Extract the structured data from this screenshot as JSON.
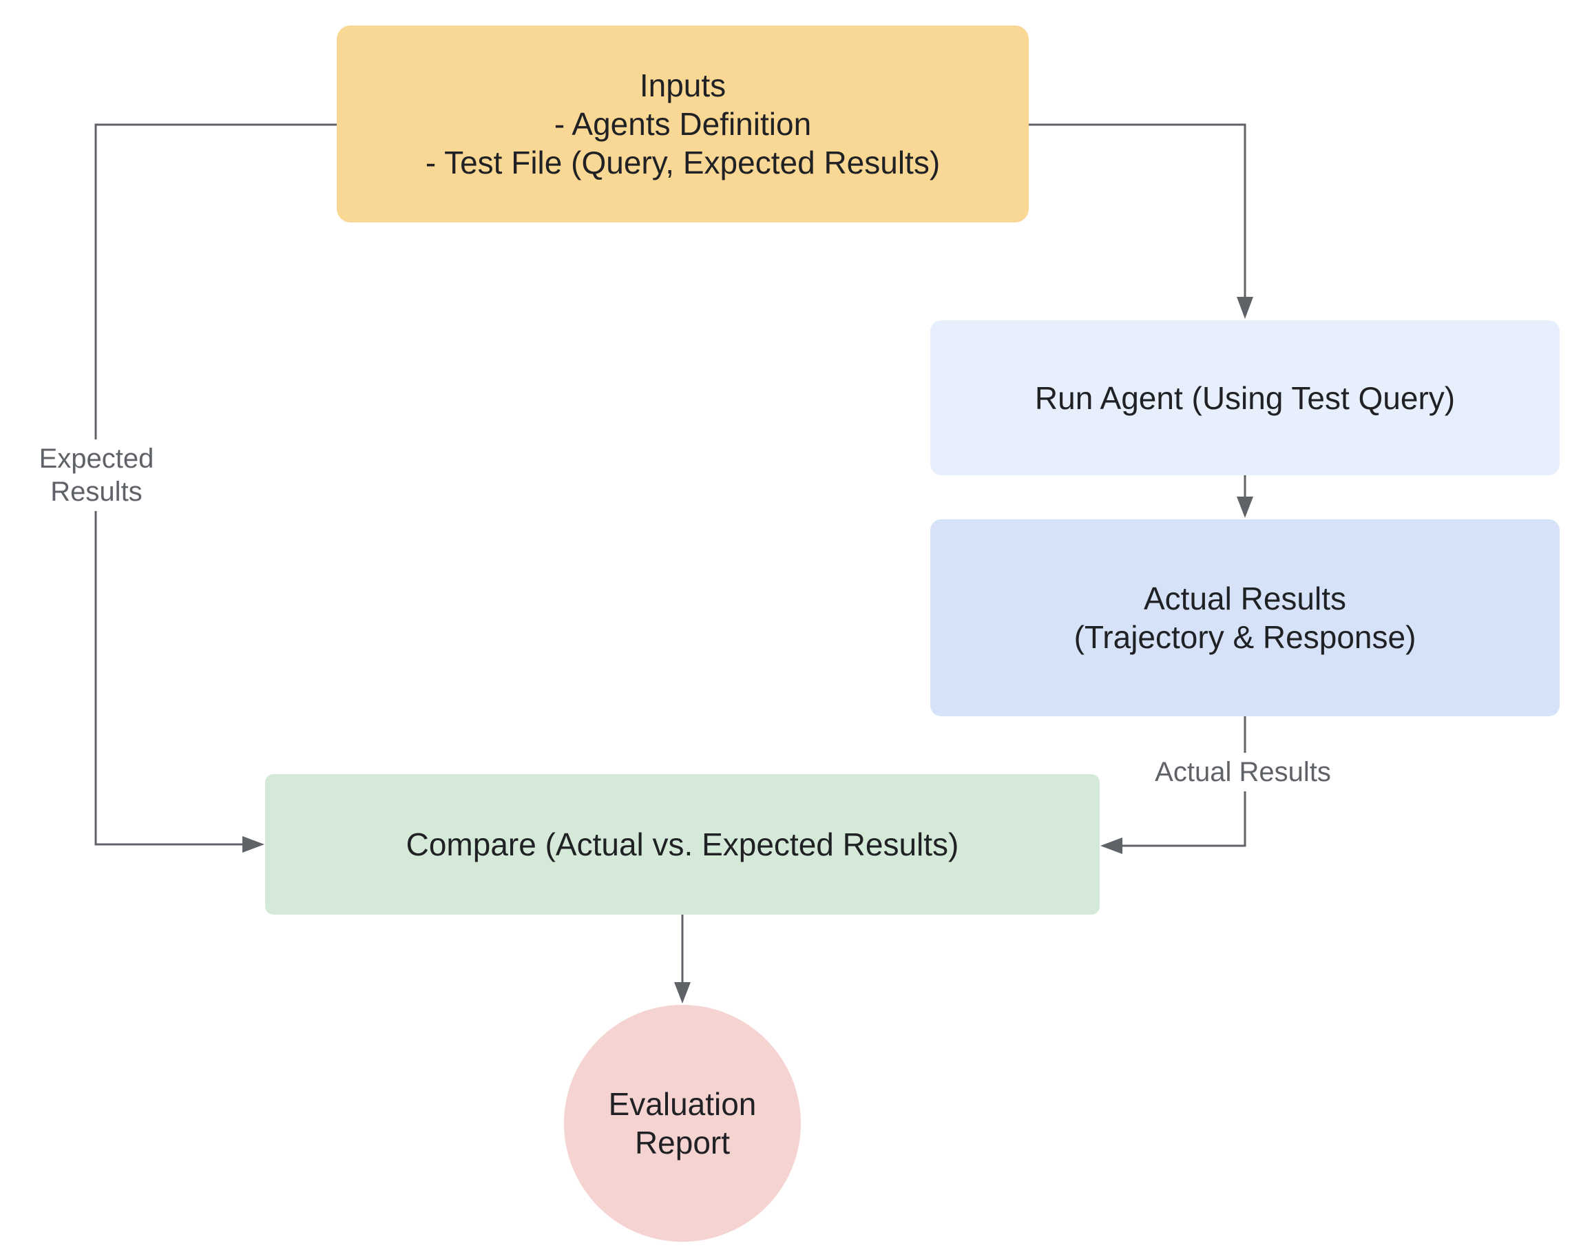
{
  "nodes": {
    "inputs": {
      "lines": [
        "Inputs",
        "- Agents Definition",
        "- Test File (Query, Expected Results)"
      ],
      "color": "#f9d794"
    },
    "run_agent": {
      "lines": [
        "Run Agent (Using Test Query)"
      ],
      "color": "#e7eefc"
    },
    "actual_results": {
      "lines": [
        "Actual Results",
        "(Trajectory & Response)"
      ],
      "color": "#d6e2f8"
    },
    "compare": {
      "lines": [
        "Compare (Actual vs. Expected Results)"
      ],
      "color": "#d4e9d8"
    },
    "evaluation_report": {
      "lines": [
        "Evaluation",
        "Report"
      ],
      "color": "#f4d3d1"
    }
  },
  "edge_labels": {
    "expected_results": [
      "Expected",
      "Results"
    ],
    "actual_results": [
      "Actual Results"
    ]
  },
  "connector_color": "#5f6368"
}
